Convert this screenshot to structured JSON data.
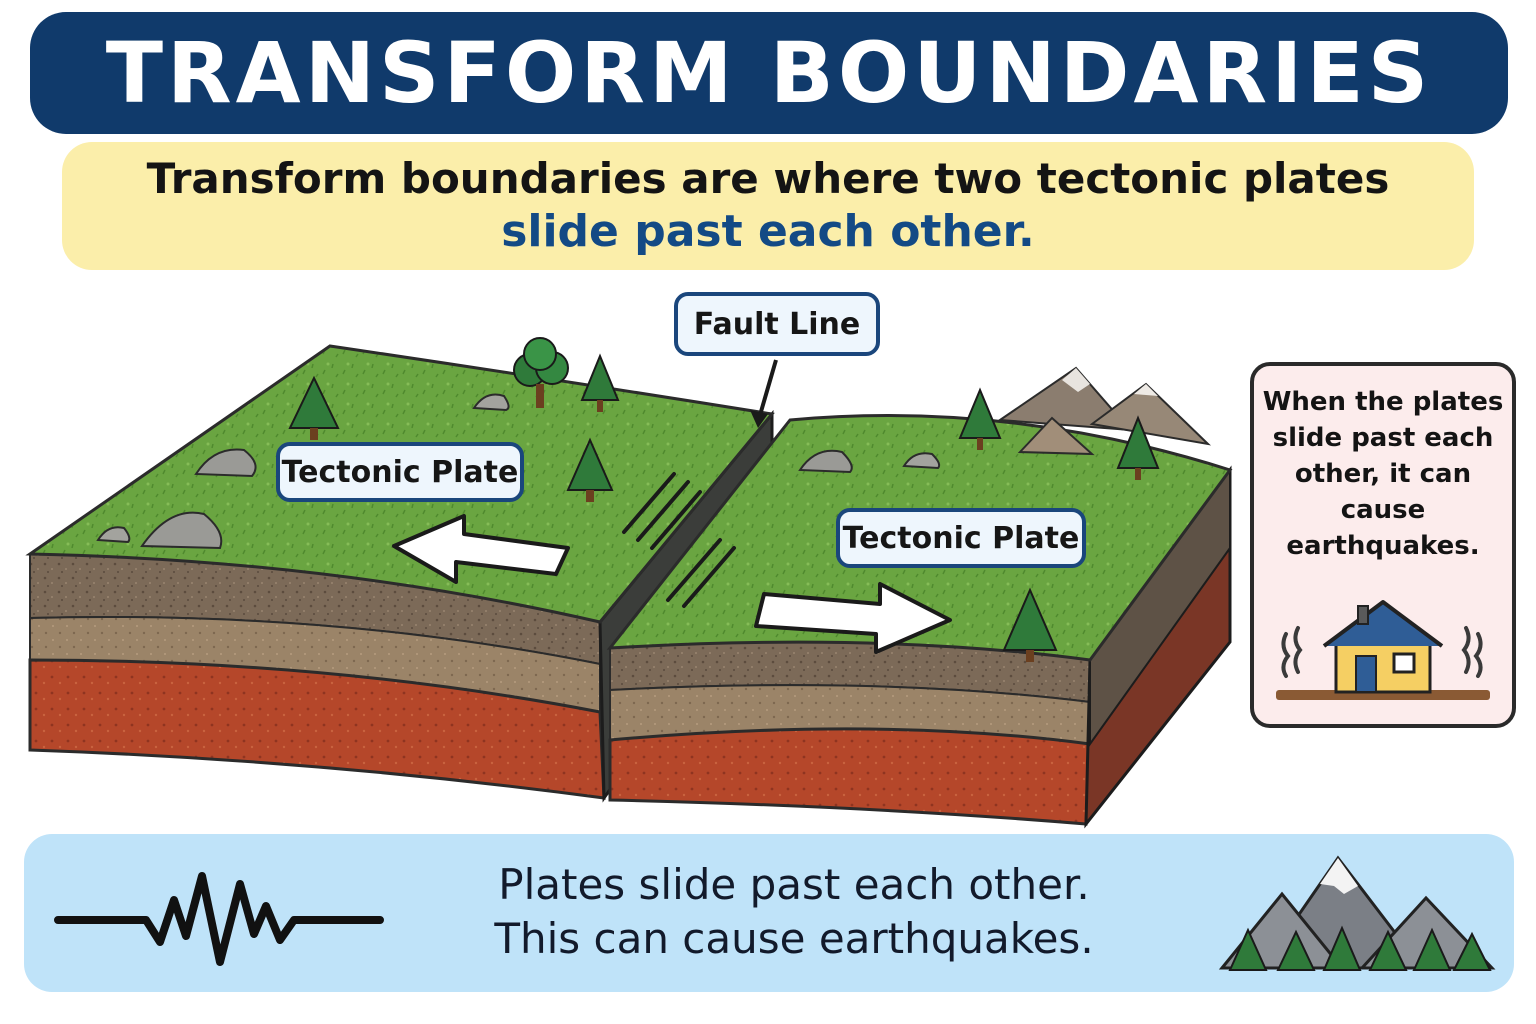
{
  "header": {
    "title": "TRANSFORM BOUNDARIES"
  },
  "intro": {
    "line1": "Transform boundaries are where two tectonic plates",
    "line2": "slide past each other."
  },
  "diagram": {
    "fault_label": "Fault Line",
    "left_plate_label": "Tectonic Plate",
    "right_plate_label": "Tectonic Plate"
  },
  "side_card": {
    "lines": [
      "When the plates",
      "slide past each",
      "other, it can",
      "cause",
      "earthquakes."
    ]
  },
  "summary": {
    "line1": "Plates slide past each other.",
    "line2": "This can cause earthquakes."
  },
  "icons": {
    "seismograph": "seismograph-wave-icon",
    "house": "shaking-house-icon",
    "mountains": "mountain-forest-icon",
    "tree": "pine-tree-icon",
    "rock": "rock-icon",
    "arrow": "motion-arrow-icon"
  },
  "colors": {
    "title_bg": "#103a6b",
    "intro_bg": "#fbeeaa",
    "highlight": "#134a85",
    "grass": "#6aa541",
    "soil": "#7c6a58",
    "clay": "#b5472a",
    "summary_bg": "#bfe3f9",
    "card_bg": "#fcecec"
  }
}
